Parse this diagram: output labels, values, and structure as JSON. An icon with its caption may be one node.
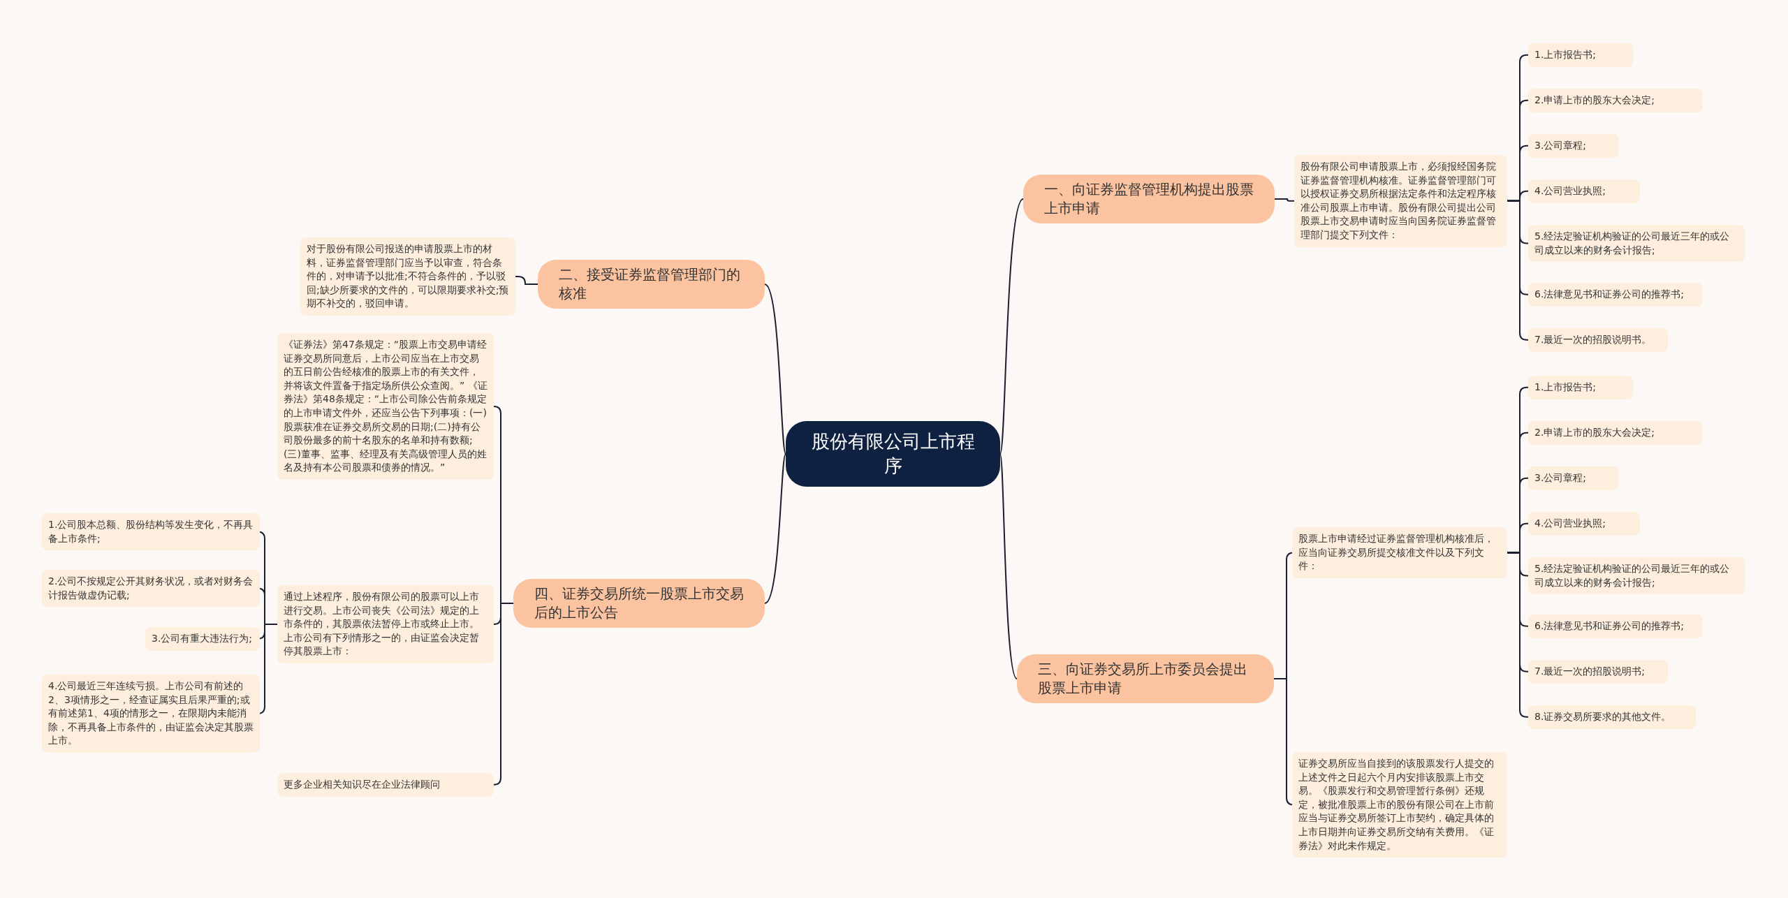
{
  "diagram": {
    "nodes": [
      {
        "text": [
          "股份有限公司上市程序"
        ]
      },
      {
        "text": [
          "一、向证券监督管理机构提出股票上市申请"
        ]
      },
      {
        "text": [
          "股份有限公司申请股票上市，必须报经国务院证券监督管理机构核准。证券监督管理部门可以授权证券交易所根据法定条件和法定程序核准公司股票上市申请。股份有限公司提出公司股票上市交易申请时应当向国务院证券监督管理部门提交下列文件："
        ]
      },
      {
        "text": [
          "1.上市报告书;"
        ]
      },
      {
        "text": [
          "2.申请上市的股东大会决定;"
        ]
      },
      {
        "text": [
          "3.公司章程;"
        ]
      },
      {
        "text": [
          "4.公司营业执照;"
        ]
      },
      {
        "text": [
          "5.经法定验证机构验证的公司最近三年的或公司成立以来的财务会计报告;"
        ]
      },
      {
        "text": [
          "6.法律意见书和证券公司的推荐书;"
        ]
      },
      {
        "text": [
          "7.最近一次的招股说明书。"
        ]
      },
      {
        "text": [
          "二、接受证券监督管理部门的核准"
        ]
      },
      {
        "text": [
          "对于股份有限公司报送的申请股票上市的材料，证券监督管理部门应当予以审查，符合条件的，对申请予以批准;不符合条件的，予以驳回;缺少所要求的文件的，可以限期要求补交;预期不补交的，驳回申请。"
        ]
      },
      {
        "text": [
          "三、向证券交易所上市委员会提出股票上市申请"
        ]
      },
      {
        "text": [
          "股票上市申请经过证券监督管理机构核准后，应当向证券交易所提交核准文件以及下列文件："
        ]
      },
      {
        "text": [
          "1.上市报告书;"
        ]
      },
      {
        "text": [
          "2.申请上市的股东大会决定;"
        ]
      },
      {
        "text": [
          "3.公司章程;"
        ]
      },
      {
        "text": [
          "4.公司营业执照;"
        ]
      },
      {
        "text": [
          "5.经法定验证机构验证的公司最近三年的或公司成立以来的财务会计报告;"
        ]
      },
      {
        "text": [
          "6.法律意见书和证券公司的推荐书;"
        ]
      },
      {
        "text": [
          "7.最近一次的招股说明书;"
        ]
      },
      {
        "text": [
          "8.证券交易所要求的其他文件。"
        ]
      },
      {
        "text": [
          "证券交易所应当自接到的该股票发行人提交的上述文件之日起六个月内安排该股票上市交易。《股票发行和交易管理暂行条例》还规定，被批准股票上市的股份有限公司在上市前应当与证券交易所签订上市契约，确定具体的上市日期并向证券交易所交纳有关费用。《证券法》对此未作规定。"
        ]
      },
      {
        "text": [
          "四、证券交易所统一股票上市交易后的上市公告"
        ]
      },
      {
        "text": [
          "《证券法》第47条规定：“股票上市交易申请经证券交易所同意后，上市公司应当在上市交易的五日前公告经核准的股票上市的有关文件，并将该文件置备于指定场所供公众查阅。” 《证券法》第48条规定：“上市公司除公告前条规定的上市申请文件外，还应当公告下列事项：(一)股票获准在证券交易所交易的日期;(二)持有公司股份最多的前十名股东的名单和持有数额;(三)董事、监事、经理及有关高级管理人员的姓名及持有本公司股票和债券的情况。”"
        ]
      },
      {
        "text": [
          "通过上述程序，股份有限公司的股票可以上市进行交易。上市公司丧失《公司法》规定的上市条件的，其股票依法暂停上市或终止上市。上市公司有下列情形之一的，由证监会决定暂停其股票上市："
        ]
      },
      {
        "text": [
          "1.公司股本总额、股份结构等发生变化，不再具备上市条件;"
        ]
      },
      {
        "text": [
          "2.公司不按规定公开其财务状况，或者对财务会计报告做虚伪记载;"
        ]
      },
      {
        "text": [
          "3.公司有重大违法行为;"
        ]
      },
      {
        "text": [
          "4.公司最近三年连续亏损。上市公司有前述的2、3项情形之一，经查证属实且后果严重的;或有前述第1、4项的情形之一，在限期内未能消除，不再具备上市条件的，由证监会决定其股票上市。"
        ]
      },
      {
        "text": [
          "更多企业相关知识尽在企业法律顾问"
        ]
      }
    ],
    "edges": [
      {
        "from": 0,
        "to": 1,
        "arrow": "none"
      },
      {
        "from": 0,
        "to": 10,
        "arrow": "none"
      },
      {
        "from": 0,
        "to": 12,
        "arrow": "none"
      },
      {
        "from": 0,
        "to": 23,
        "arrow": "none"
      },
      {
        "from": 1,
        "to": 2,
        "arrow": "none"
      },
      {
        "from": 2,
        "to": 3,
        "arrow": "none"
      },
      {
        "from": 2,
        "to": 4,
        "arrow": "none"
      },
      {
        "from": 2,
        "to": 5,
        "arrow": "none"
      },
      {
        "from": 2,
        "to": 6,
        "arrow": "none"
      },
      {
        "from": 2,
        "to": 7,
        "arrow": "none"
      },
      {
        "from": 2,
        "to": 8,
        "arrow": "none"
      },
      {
        "from": 2,
        "to": 9,
        "arrow": "none"
      },
      {
        "from": 10,
        "to": 11,
        "arrow": "none"
      },
      {
        "from": 12,
        "to": 13,
        "arrow": "none"
      },
      {
        "from": 12,
        "to": 22,
        "arrow": "none"
      },
      {
        "from": 13,
        "to": 14,
        "arrow": "none"
      },
      {
        "from": 13,
        "to": 15,
        "arrow": "none"
      },
      {
        "from": 13,
        "to": 16,
        "arrow": "none"
      },
      {
        "from": 13,
        "to": 17,
        "arrow": "none"
      },
      {
        "from": 13,
        "to": 18,
        "arrow": "none"
      },
      {
        "from": 13,
        "to": 19,
        "arrow": "none"
      },
      {
        "from": 13,
        "to": 20,
        "arrow": "none"
      },
      {
        "from": 13,
        "to": 21,
        "arrow": "none"
      },
      {
        "from": 23,
        "to": 24,
        "arrow": "none"
      },
      {
        "from": 23,
        "to": 25,
        "arrow": "none"
      },
      {
        "from": 23,
        "to": 30,
        "arrow": "none"
      },
      {
        "from": 25,
        "to": 26,
        "arrow": "none"
      },
      {
        "from": 25,
        "to": 27,
        "arrow": "none"
      },
      {
        "from": 25,
        "to": 28,
        "arrow": "none"
      },
      {
        "from": 25,
        "to": 29,
        "arrow": "none"
      }
    ]
  }
}
